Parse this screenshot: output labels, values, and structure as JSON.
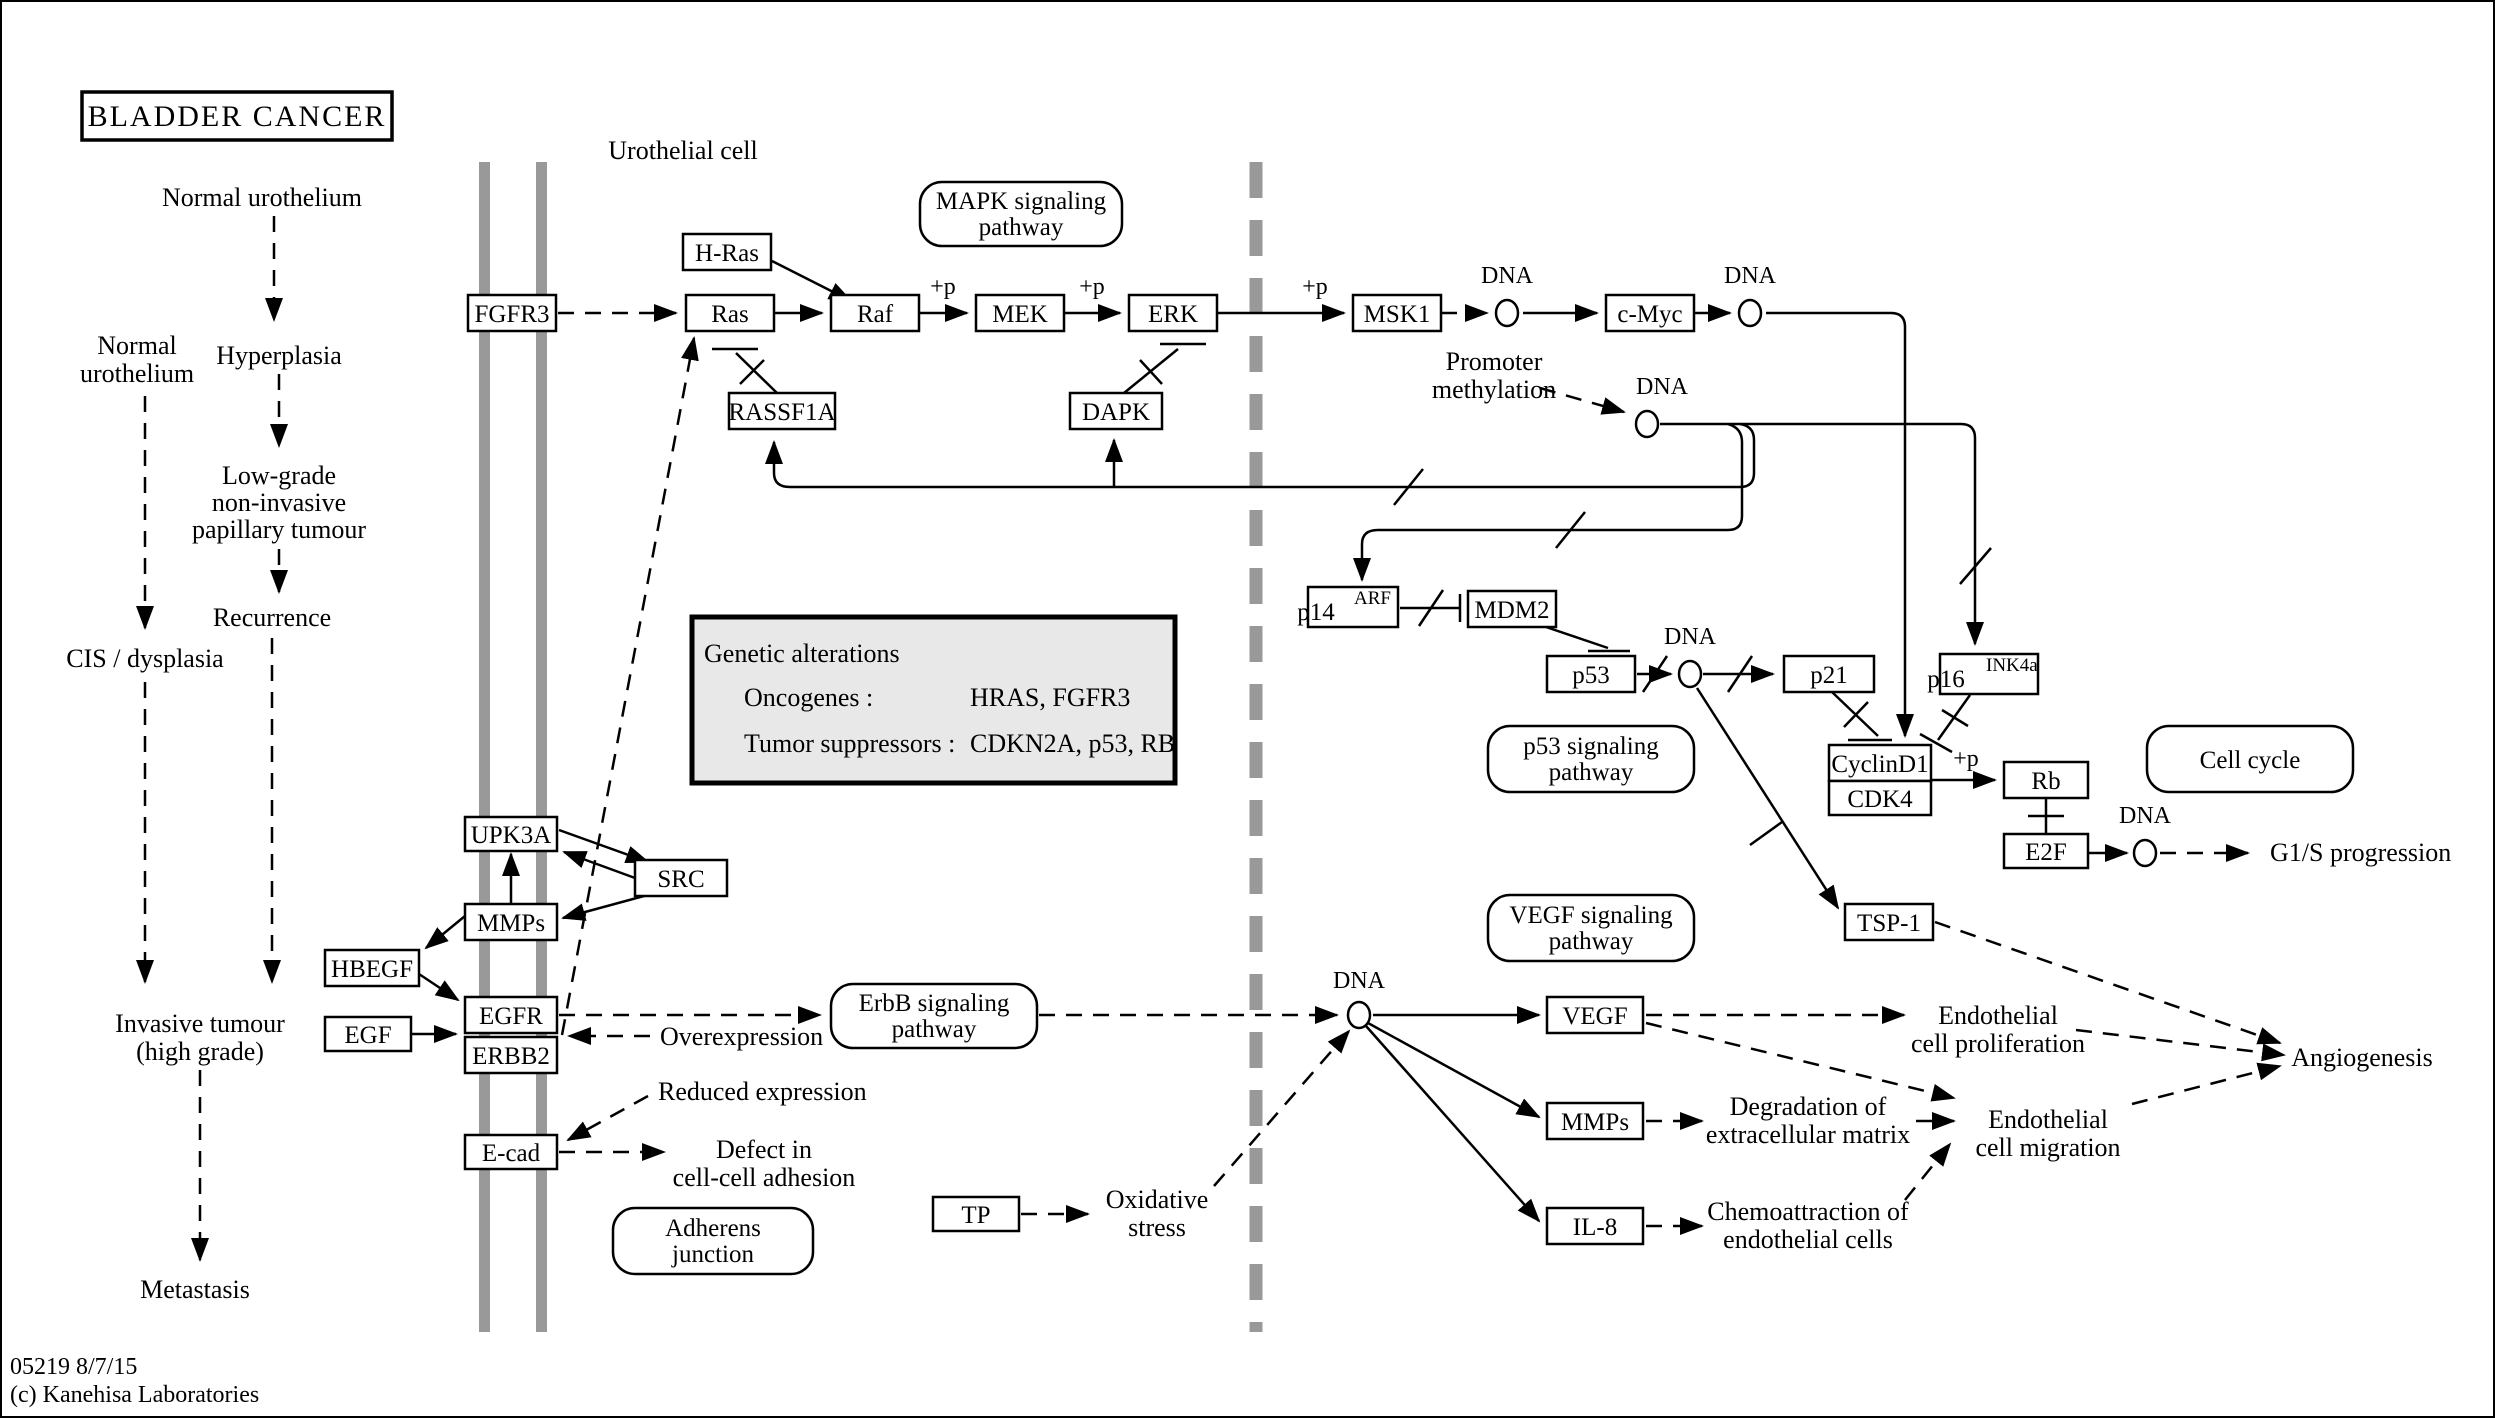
{
  "title": "BLADDER CANCER",
  "cell_label": "Urothelial cell",
  "footer": {
    "id_line": "05219 8/7/15",
    "copyright": "(c) Kanehisa Laboratories"
  },
  "colors": {
    "highlight_text": "#ff0000",
    "membrane_gray": "#999999",
    "panel_fill": "#e8e8e8"
  },
  "progression": {
    "normal_top": "Normal urothelium",
    "normal_left_1": "Normal",
    "normal_left_2": "urothelium",
    "hyperplasia": "Hyperplasia",
    "low_grade_1": "Low-grade",
    "low_grade_2": "non-invasive",
    "low_grade_3": "papillary tumour",
    "recurrence": "Recurrence",
    "cis": "CIS / dysplasia",
    "invasive_1": "Invasive tumour",
    "invasive_2": "(high grade)",
    "metastasis": "Metastasis"
  },
  "genes": {
    "fgfr3": "FGFR3",
    "hras": "H-Ras",
    "ras": "Ras",
    "raf": "Raf",
    "mek": "MEK",
    "erk": "ERK",
    "msk1": "MSK1",
    "cmyc": "c-Myc",
    "rassf1a": "RASSF1A",
    "dapk": "DAPK",
    "p14_base": "p14",
    "p14_sup": "ARF",
    "mdm2": "MDM2",
    "p53": "p53",
    "p21": "p21",
    "p16_base": "p16",
    "p16_sup": "INK4a",
    "cyclind1": "CyclinD1",
    "cdk4": "CDK4",
    "rb": "Rb",
    "e2f": "E2F",
    "tsp1": "TSP-1",
    "upk3a": "UPK3A",
    "src": "SRC",
    "mmps": "MMPs",
    "hbegf": "HBEGF",
    "egfr": "EGFR",
    "egf": "EGF",
    "erbb2": "ERBB2",
    "ecad": "E-cad",
    "tp": "TP",
    "vegf": "VEGF",
    "mmps2": "MMPs",
    "il8": "IL-8"
  },
  "pathway_boxes": {
    "mapk_1": "MAPK signaling",
    "mapk_2": "pathway",
    "p53_1": "p53 signaling",
    "p53_2": "pathway",
    "cell_cycle": "Cell cycle",
    "vegf_1": "VEGF signaling",
    "vegf_2": "pathway",
    "erbb_1": "ErbB signaling",
    "erbb_2": "pathway",
    "adherens_1": "Adherens",
    "adherens_2": "junction"
  },
  "genetic_alterations": {
    "title": "Genetic alterations",
    "row1_label": "Oncogenes :",
    "row1_value": "HRAS, FGFR3",
    "row2_label": "Tumor suppressors :",
    "row2_value": "CDKN2A, p53, RB"
  },
  "annotations": {
    "dna": "DNA",
    "plus_p": "+p",
    "promoter_1": "Promoter",
    "promoter_2": "methylation",
    "overexpression": "Overexpression",
    "reduced_expression": "Reduced expression",
    "defect_1": "Defect in",
    "defect_2": "cell-cell adhesion",
    "oxidative_1": "Oxidative",
    "oxidative_2": "stress",
    "g1s": "G1/S progression",
    "endo_prolif_1": "Endothelial",
    "endo_prolif_2": "cell proliferation",
    "degradation_1": "Degradation of",
    "degradation_2": "extracellular matrix",
    "chemo_1": "Chemoattraction of",
    "chemo_2": "endothelial cells",
    "endo_migr_1": "Endothelial",
    "endo_migr_2": "cell migration",
    "angiogenesis": "Angiogenesis"
  }
}
